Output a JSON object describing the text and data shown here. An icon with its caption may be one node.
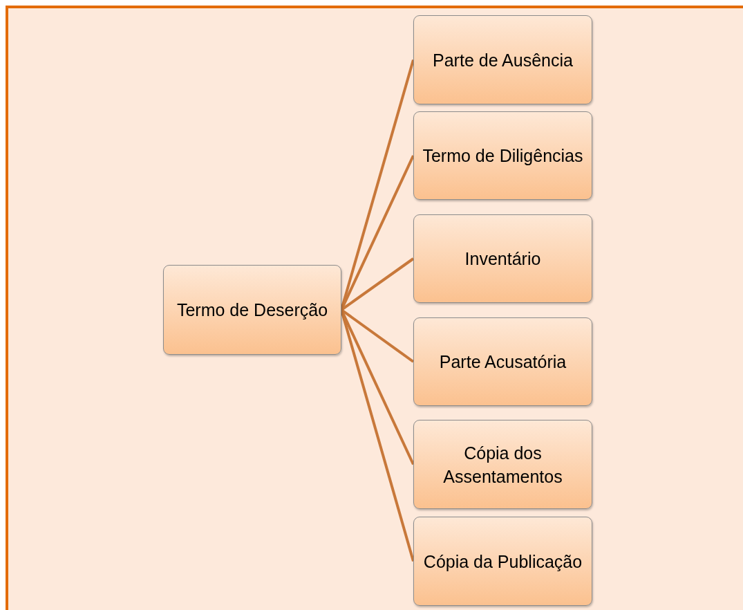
{
  "diagram": {
    "nodes": [
      {
        "text": [
          "Termo de Deserção"
        ]
      },
      {
        "text": [
          "Parte de Ausência"
        ]
      },
      {
        "text": [
          "Termo de Diligências"
        ]
      },
      {
        "text": [
          "Inventário"
        ]
      },
      {
        "text": [
          "Parte Acusatória"
        ]
      },
      {
        "text": [
          "Cópia dos Assentamentos"
        ]
      },
      {
        "text": [
          "Cópia da Publicação"
        ]
      }
    ],
    "edges": [
      {
        "from": 0,
        "to": 1,
        "arrow": "none"
      },
      {
        "from": 0,
        "to": 2,
        "arrow": "none"
      },
      {
        "from": 0,
        "to": 3,
        "arrow": "none"
      },
      {
        "from": 0,
        "to": 4,
        "arrow": "none"
      },
      {
        "from": 0,
        "to": 5,
        "arrow": "none"
      },
      {
        "from": 0,
        "to": 6,
        "arrow": "none"
      }
    ]
  }
}
